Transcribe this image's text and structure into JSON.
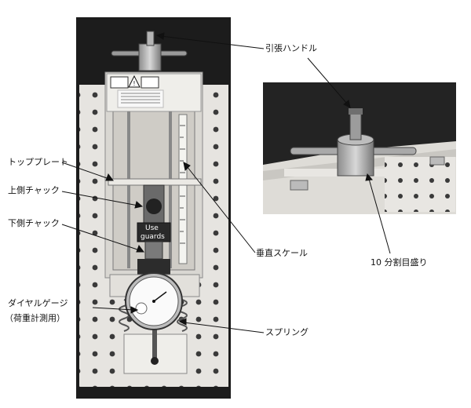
{
  "labels": {
    "tension_handle": "引張ハンドル",
    "top_plate": "トッププレート",
    "upper_chuck": "上側チャック",
    "lower_chuck": "下側チャック",
    "vertical_scale": "垂直スケール",
    "dial_gauge_line1": "ダイヤルゲージ",
    "dial_gauge_line2": "（荷重計測用）",
    "spring": "スプリング",
    "ten_division_marks": "10 分割目盛り"
  },
  "device": {
    "guard_sign_line1": "Use",
    "guard_sign_line2": "guards"
  }
}
